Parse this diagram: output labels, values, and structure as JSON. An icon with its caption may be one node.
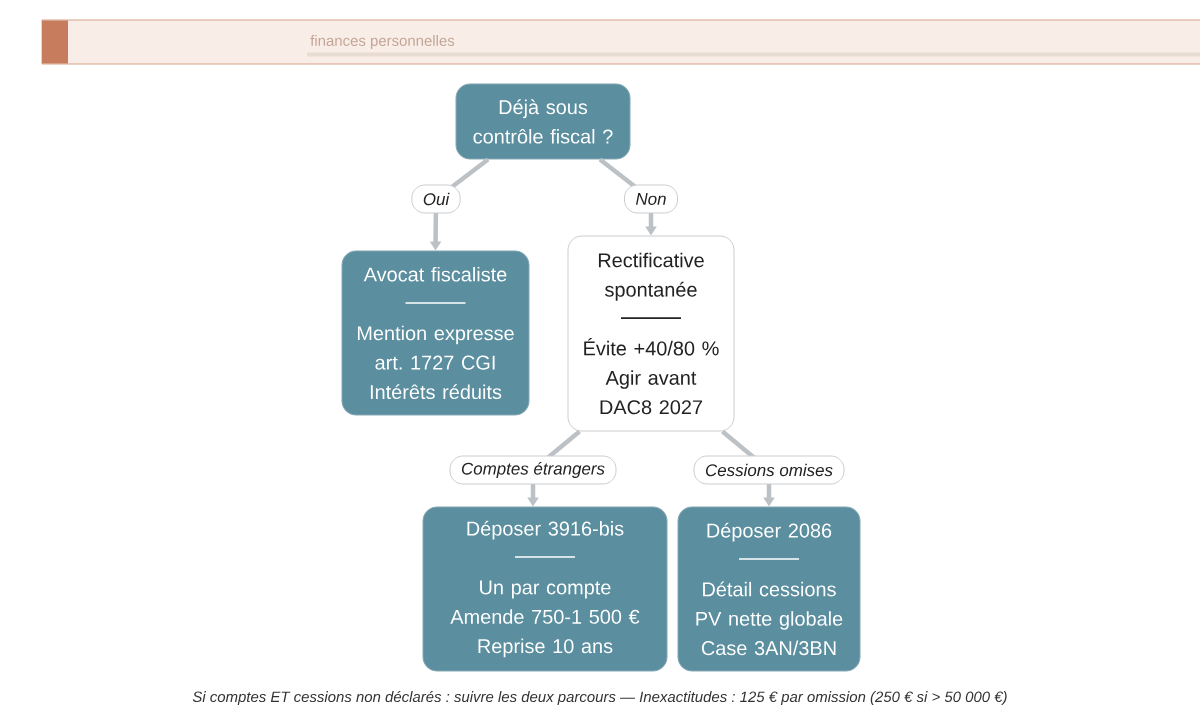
{
  "diagram": {
    "caption": "Si comptes ET cessions non déclarés : suivre les deux parcours — Inexactitudes : 125 € par omission (250 € si > 50 000 €)",
    "nodes": [
      {
        "text": [
          "Déjà sous contrôle fiscal ?"
        ]
      },
      {
        "text": [
          "Avocat fiscaliste",
          "Mention expresse art. 1727 CGI",
          "Intérêts réduits"
        ]
      },
      {
        "text": [
          "Rectificative spontanée",
          "Évite +40/80 %",
          "Agir avant DAC8 2027"
        ]
      },
      {
        "text": [
          "Déposer 3916-bis",
          "Un par compte",
          "Amende 750-1 500 €",
          "Reprise 10 ans"
        ]
      },
      {
        "text": [
          "Déposer 2086",
          "Détail cessions",
          "PV nette globale",
          "Case 3AN/3BN"
        ]
      }
    ],
    "edges": [
      {
        "from": 0,
        "to": 1,
        "arrow": "to",
        "label": "Oui"
      },
      {
        "from": 0,
        "to": 2,
        "arrow": "to",
        "label": "Non"
      },
      {
        "from": 2,
        "to": 3,
        "arrow": "to",
        "label": "Comptes étrangers"
      },
      {
        "from": 2,
        "to": 4,
        "arrow": "to",
        "label": "Cessions omises"
      }
    ],
    "labels": [
      "finances personnelles"
    ]
  }
}
